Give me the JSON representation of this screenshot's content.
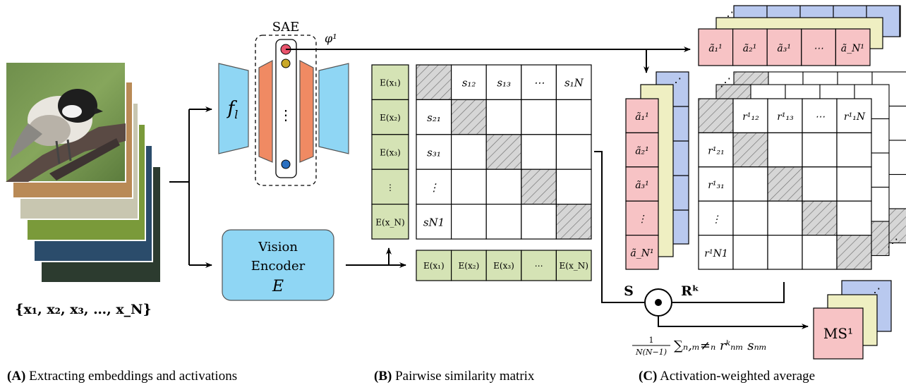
{
  "sae_label": "SAE",
  "phi_label": "φ¹",
  "f_label": "f",
  "f_sub": "l",
  "sae_dots": "⋮",
  "encoder": {
    "line1": "Vision",
    "line2": "Encoder",
    "line3": "E"
  },
  "image_set_label": "{x₁, x₂, x₃, …, x_N}",
  "col_embeddings": [
    "E(x₁)",
    "E(x₂)",
    "E(x₃)",
    "⋮",
    "E(x_N)"
  ],
  "row_embeddings": [
    "E(x₁)",
    "E(x₂)",
    "E(x₃)",
    "⋯",
    "E(x_N)"
  ],
  "sim_matrix": [
    [
      "",
      "s₁₂",
      "s₁₃",
      "⋯",
      "s₁N"
    ],
    [
      "s₂₁",
      "",
      "",
      "",
      ""
    ],
    [
      "s₃₁",
      "",
      "",
      "",
      ""
    ],
    [
      "⋮",
      "",
      "",
      "",
      ""
    ],
    [
      "sN1",
      "",
      "",
      "",
      ""
    ]
  ],
  "act_col": [
    "ã₁¹",
    "ã₂¹",
    "ã₃¹",
    "⋮",
    "ã_N¹"
  ],
  "act_row": [
    "ã₁¹",
    "ã₂¹",
    "ã₃¹",
    "⋯",
    "ã_N¹"
  ],
  "r_matrix": [
    [
      "",
      "r¹₁₂",
      "r¹₁₃",
      "⋯",
      "r¹₁N"
    ],
    [
      "r¹₂₁",
      "",
      "",
      "",
      ""
    ],
    [
      "r¹₃₁",
      "",
      "",
      "",
      ""
    ],
    [
      "⋮",
      "",
      "",
      "",
      ""
    ],
    [
      "r¹N1",
      "",
      "",
      "",
      ""
    ]
  ],
  "S_label": "S",
  "R_label": "Rᵏ",
  "formula": {
    "frac_num": "1",
    "frac_den": "N(N−1)",
    "sum": "∑ₙ,ₘ≠ₙ rᵏₙₘ sₙₘ"
  },
  "ms_label": "MS¹",
  "stack_dots": "⋰",
  "captions": [
    {
      "letter": "(A)",
      "text": " Extracting embeddings and activations"
    },
    {
      "letter": "(B)",
      "text": " Pairwise similarity matrix"
    },
    {
      "letter": "(C)",
      "text": " Activation-weighted average"
    }
  ],
  "colors": {
    "blue": "#8fd6f4",
    "orange": "#f08a63",
    "green": "#d5e3b5",
    "pink": "#f7c3c5",
    "lavender": "#b9c9ef",
    "yellow": "#efefc2",
    "dot_red": "#e9536c",
    "dot_yellow": "#c9a827",
    "dot_blue": "#2a6fc0",
    "hatch": "#d6d6d6"
  }
}
